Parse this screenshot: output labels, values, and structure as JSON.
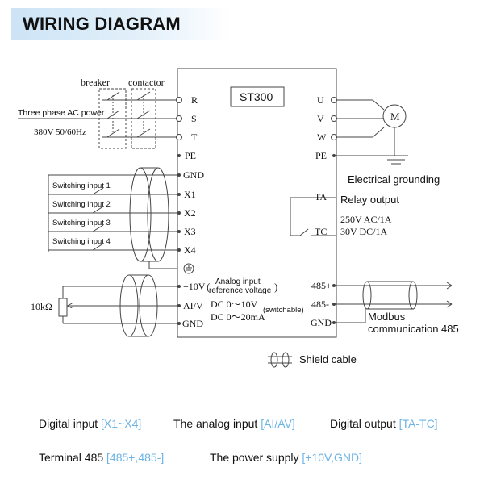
{
  "title": "WIRING DIAGRAM",
  "model": "ST300",
  "power": {
    "breaker": "breaker",
    "contactor": "contactor",
    "source": "Three phase AC power",
    "spec": "380V 50/60Hz"
  },
  "left_terminals": {
    "r": "R",
    "s": "S",
    "t": "T",
    "pe": "PE",
    "gnd": "GND",
    "x1": "X1",
    "x2": "X2",
    "x3": "X3",
    "x4": "X4",
    "v10": "+10V",
    "aiv": "AI/V",
    "gnd2": "GND"
  },
  "switching_inputs": [
    "Switching input 1",
    "Switching input 2",
    "Switching input 3",
    "Switching input 4"
  ],
  "analog": {
    "ref_line1": "Analog input",
    "ref_line2": "reference voltage",
    "open_paren": "(",
    "close_paren": ")",
    "range_v": "DC  0～10V",
    "range_ma": "DC  0～20mA",
    "switchable": "(switchable)",
    "pot": "10kΩ"
  },
  "right_terminals": {
    "u": "U",
    "v": "V",
    "w": "W",
    "pe": "PE",
    "ta": "TA",
    "tc": "TC",
    "p485": "485+",
    "n485": "485-",
    "gnd": "GND"
  },
  "motor": "M",
  "grounding": "Electrical grounding",
  "relay": {
    "label": "Relay output",
    "rating1": "250V  AC/1A",
    "rating2": "30V  DC/1A"
  },
  "modbus": {
    "line1": "Modbus",
    "line2": "communication 485"
  },
  "shield": "Shield cable",
  "legend": [
    {
      "label": "Digital input ",
      "terms": "[X1~X4]"
    },
    {
      "label": "The analog input ",
      "terms": "[AI/AV]"
    },
    {
      "label": "Digital output ",
      "terms": "[TA-TC]"
    },
    {
      "label": "Terminal 485 ",
      "terms": "[485+,485-]"
    },
    {
      "label": "The power supply ",
      "terms": "[+10V,GND]"
    }
  ],
  "colors": {
    "highlight": "#6cb4e4",
    "title_bg": "#cde4f6",
    "line": "#444444"
  }
}
